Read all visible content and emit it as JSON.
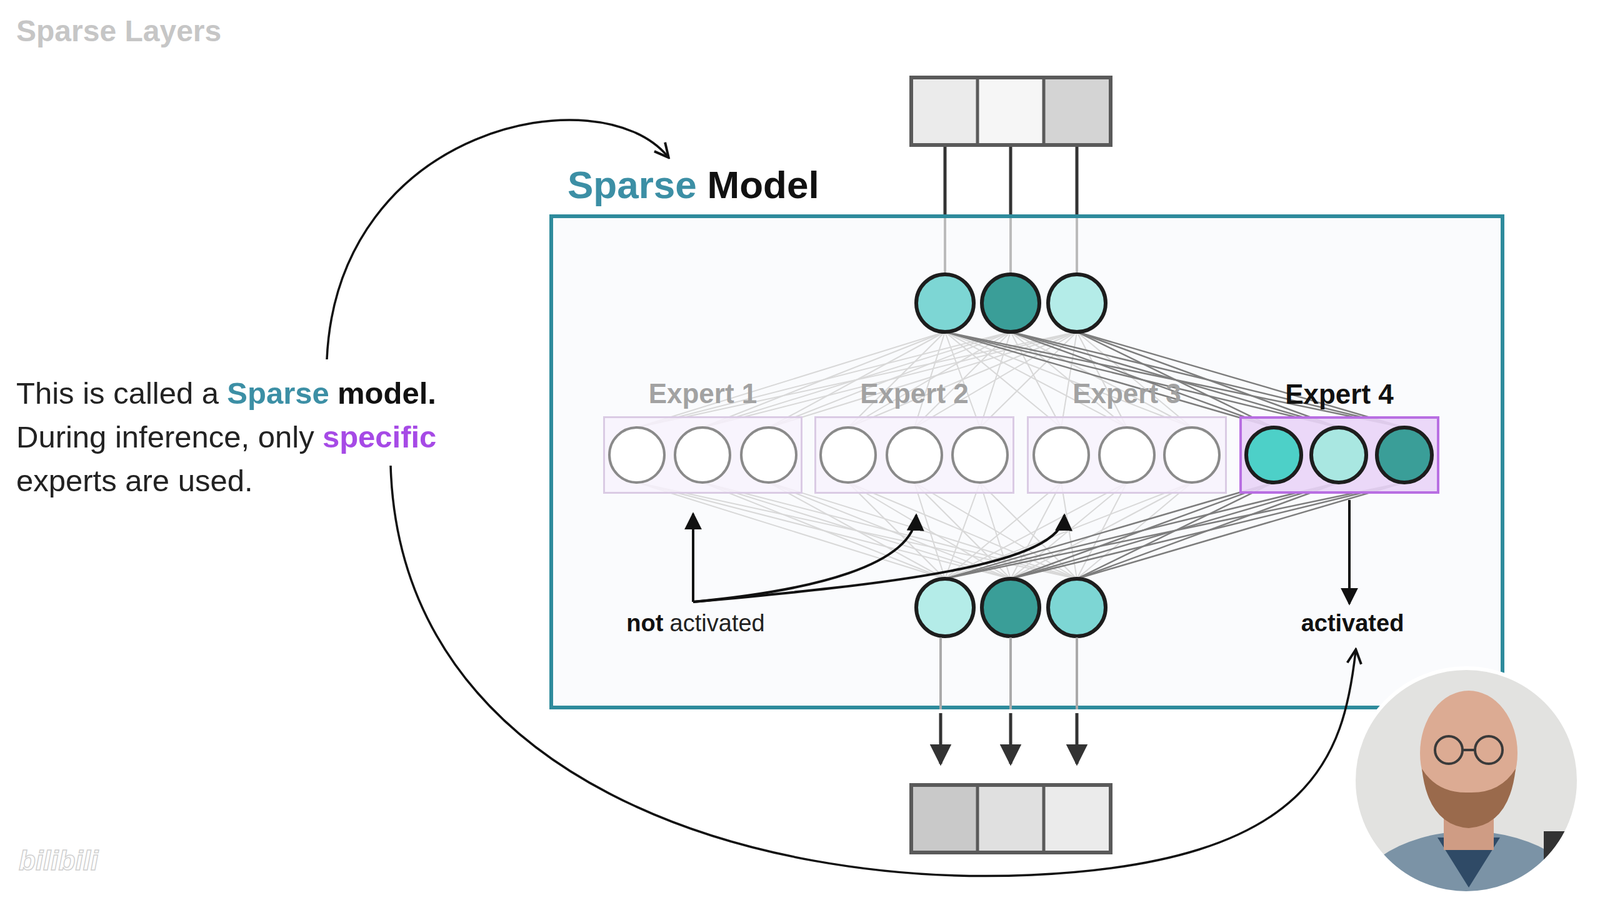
{
  "diagram": {
    "title": "Sparse Layers",
    "nodes": [
      {
        "text": [
          "Sparse",
          "Model"
        ]
      },
      {
        "text": [
          "Expert 1"
        ],
        "in": 0
      },
      {
        "text": [
          "Expert 2"
        ],
        "in": 0
      },
      {
        "text": [
          "Expert 3"
        ],
        "in": 0
      },
      {
        "text": [
          "Expert 4"
        ],
        "in": 0
      }
    ],
    "labels": [
      "This is called a",
      "Sparse",
      "model.",
      "During inference, only",
      "specific",
      "experts are used.",
      "not",
      "activated",
      "activated",
      "bilibili"
    ]
  }
}
